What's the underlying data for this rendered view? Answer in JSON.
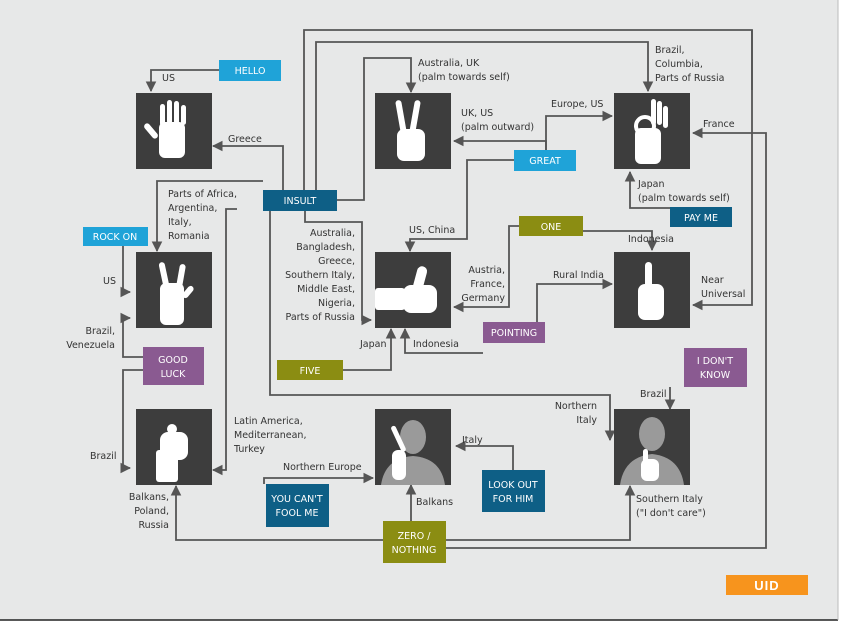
{
  "colors": {
    "background": "#e7e8e8",
    "tile": "#3d3d3d",
    "line": "#555555",
    "blue": "#1fa3d8",
    "navy": "#0e5f86",
    "olive": "#8b8d12",
    "purple": "#8a5a91",
    "logo": "#f7941d"
  },
  "meanings": {
    "hello": "HELLO",
    "insult": "INSULT",
    "rock_on": "ROCK ON",
    "good_luck": [
      "GOOD",
      "LUCK"
    ],
    "great": "GREAT",
    "pay_me": "PAY ME",
    "one": "ONE",
    "pointing": "POINTING",
    "five": "FIVE",
    "dont_know": [
      "I DON'T",
      "KNOW"
    ],
    "look_out": [
      "LOOK OUT",
      "FOR HIM"
    ],
    "cant_fool": [
      "YOU CAN'T",
      "FOOL ME"
    ],
    "zero": [
      "ZERO /",
      "NOTHING"
    ]
  },
  "regions": {
    "us_hello": "US",
    "greece": "Greece",
    "africa": [
      "Parts of Africa,",
      "Argentina,",
      "Italy,",
      "Romania"
    ],
    "us_rock": "US",
    "brazil_venezuela": [
      "Brazil,",
      "Venezuela"
    ],
    "brazil_fist": "Brazil",
    "balkans_fist": [
      "Balkans,",
      "Poland,",
      "Russia"
    ],
    "latin_america": [
      "Latin America,",
      "Mediterranean,",
      "Turkey"
    ],
    "australia_uk": [
      "Australia, UK",
      "(palm towards self)"
    ],
    "uk_us": [
      "UK, US",
      "(palm outward)"
    ],
    "europe_us": "Europe, US",
    "brazil_columbia": [
      "Brazil,",
      "Columbia,",
      "Parts of Russia"
    ],
    "france": "France",
    "japan_self": [
      "Japan",
      "(palm towards self)"
    ],
    "us_china": "US, China",
    "australia_list": [
      "Australia,",
      "Bangladesh,",
      "Greece,",
      "Southern Italy,",
      "Middle East,",
      "Nigeria,",
      "Parts of Russia"
    ],
    "austria": [
      "Austria,",
      "France,",
      "Germany"
    ],
    "japan": "Japan",
    "indonesia_thumb": "Indonesia",
    "indonesia_one": "Indonesia",
    "rural_india": "Rural India",
    "near_universal": [
      "Near",
      "Universal"
    ],
    "northern_europe": "Northern Europe",
    "italy": "Italy",
    "balkans": "Balkans",
    "northern_italy": [
      "Northern",
      "Italy"
    ],
    "brazil_chin": "Brazil",
    "southern_italy": [
      "Southern Italy",
      "(\"I don't care\")"
    ]
  },
  "gestures": [
    {
      "id": "open-hand",
      "icon": "open-hand-icon"
    },
    {
      "id": "v-sign",
      "icon": "v-sign-icon"
    },
    {
      "id": "ok-sign",
      "icon": "ok-sign-icon"
    },
    {
      "id": "horns",
      "icon": "horns-icon"
    },
    {
      "id": "thumbs-up",
      "icon": "thumbs-up-icon"
    },
    {
      "id": "index-finger",
      "icon": "index-finger-icon"
    },
    {
      "id": "fig-fist",
      "icon": "fig-fist-icon"
    },
    {
      "id": "eye-pull",
      "icon": "eye-pull-icon"
    },
    {
      "id": "chin-flick",
      "icon": "chin-flick-icon"
    }
  ],
  "logo": "UID"
}
